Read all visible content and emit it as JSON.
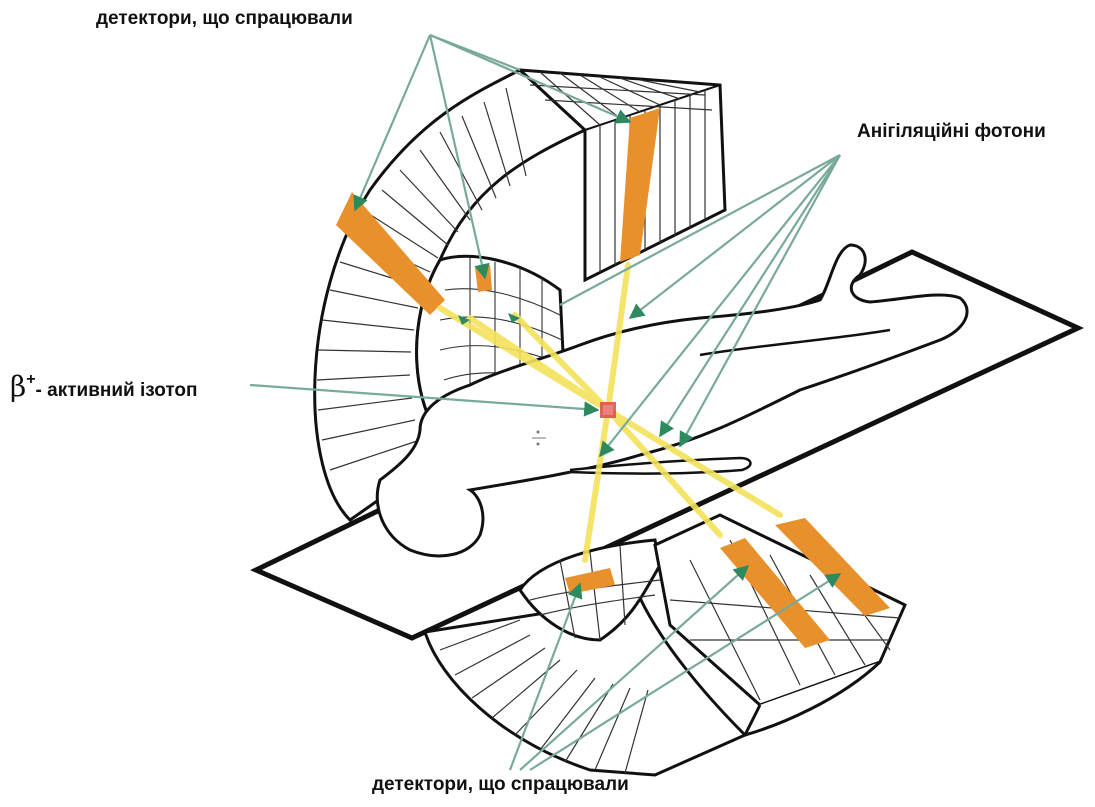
{
  "labels": {
    "detectors_top": "детектори, що спрацювали",
    "photons": "Анігіляційні фотони",
    "isotope_symbol": "β",
    "isotope_sup": "+",
    "isotope_text": "- активний ізотоп",
    "detectors_bottom": "детектори, що спрацювали"
  },
  "colors": {
    "outline": "#111111",
    "gridline": "#333333",
    "detector_hit": "#E8912C",
    "photon_beam": "#F3E25A",
    "pointer_line": "#79A99A",
    "arrowhead": "#2E8A5E",
    "isotope": "#D94A4A"
  }
}
